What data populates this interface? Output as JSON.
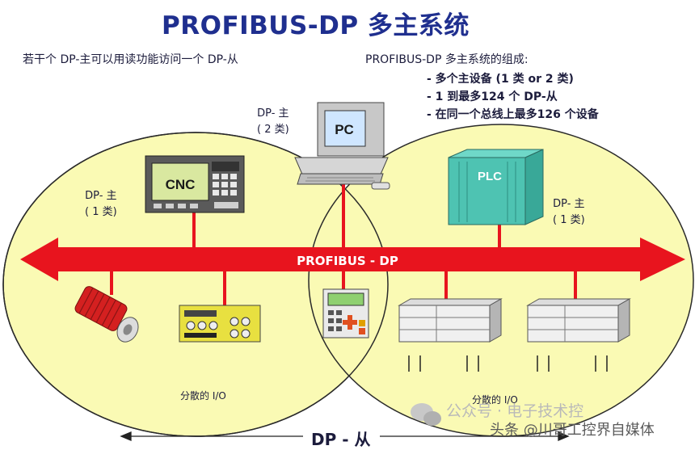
{
  "title": "PROFIBUS-DP 多主系统",
  "left_note": "若干个 DP-主可以用读功能访问一个 DP-从",
  "right_heading": "PROFIBUS-DP 多主系统的组成:",
  "bullets": [
    "- 多个主设备 (1 类 or 2 类)",
    "- 1 到最多124 个 DP-从",
    "- 在同一个总线上最多126 个设备"
  ],
  "pc_master": {
    "label_line1": "DP- 主",
    "label_line2": "( 2 类)",
    "screen_text": "PC"
  },
  "cnc_master": {
    "label_line1": "DP- 主",
    "label_line2": "( 1 类)",
    "screen_text": "CNC"
  },
  "plc_master": {
    "label_line1": "DP- 主",
    "label_line2": "( 1 类)",
    "screen_text": "PLC"
  },
  "bus_label": "PROFIBUS - DP",
  "io_left": "分散的 I/O",
  "io_right": "分散的 I/O",
  "slave_label": "DP - 从",
  "watermark_1": "公众号 · 电子技术控",
  "watermark_2": "头条 @川哥工控界自媒体",
  "colors": {
    "circle_fill": "#fafab4",
    "bus_red": "#e8141e",
    "title_blue": "#1f2f8f"
  }
}
